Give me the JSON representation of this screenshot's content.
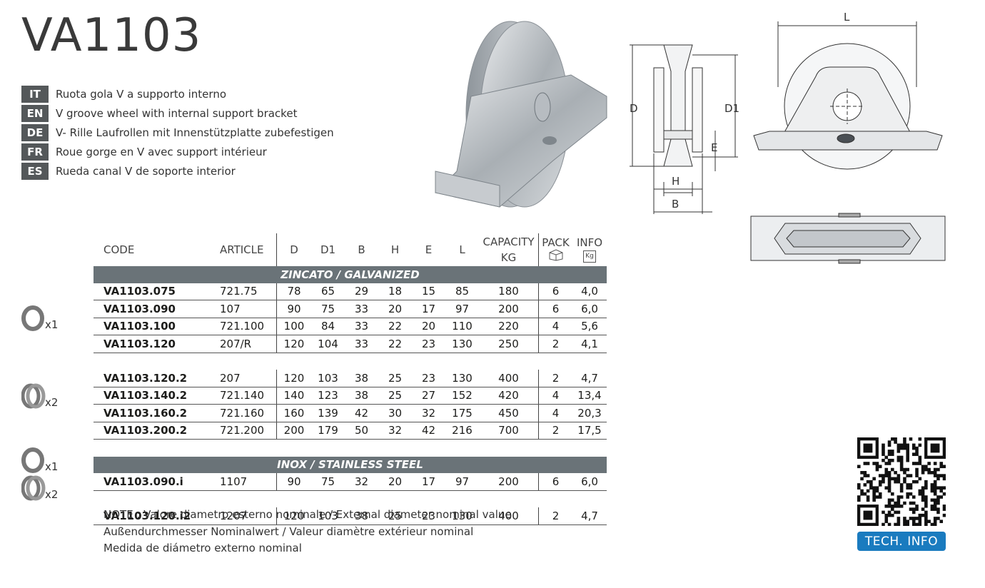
{
  "title": "VA1103",
  "languages": [
    {
      "code": "IT",
      "text": "Ruota gola V a supporto interno"
    },
    {
      "code": "EN",
      "text": "V groove wheel with internal support bracket"
    },
    {
      "code": "DE",
      "text": "V- Rille Laufrollen mit Innenstützplatte zubefestigen"
    },
    {
      "code": "FR",
      "text": "Roue gorge en V avec support intérieur"
    },
    {
      "code": "ES",
      "text": "Rueda canal V de soporte interior"
    }
  ],
  "drawing_labels": {
    "L": "L",
    "D": "D",
    "D1": "D1",
    "E": "E",
    "H": "H",
    "B": "B"
  },
  "table": {
    "headers": {
      "code": "CODE",
      "article": "ARTICLE",
      "d": "D",
      "d1": "D1",
      "b": "B",
      "h": "H",
      "e": "E",
      "l": "L",
      "capacity_line1": "CAPACITY",
      "capacity_line2": "KG",
      "pack": "PACK",
      "info": "INFO",
      "kg_icon": "Kg"
    },
    "sections": {
      "galvanized": "ZINCATO / GALVANIZED",
      "stainless": "INOX / STAINLESS STEEL"
    },
    "rows": [
      [
        "VA1103.075",
        "721.75",
        "78",
        "65",
        "29",
        "18",
        "15",
        "85",
        "180",
        "6",
        "4,0"
      ],
      [
        "VA1103.090",
        "107",
        "90",
        "75",
        "33",
        "20",
        "17",
        "97",
        "200",
        "6",
        "6,0"
      ],
      [
        "VA1103.100",
        "721.100",
        "100",
        "84",
        "33",
        "22",
        "20",
        "110",
        "220",
        "4",
        "5,6"
      ],
      [
        "VA1103.120",
        "207/R",
        "120",
        "104",
        "33",
        "22",
        "23",
        "130",
        "250",
        "2",
        "4,1"
      ],
      [
        "VA1103.120.2",
        "207",
        "120",
        "103",
        "38",
        "25",
        "23",
        "130",
        "400",
        "2",
        "4,7"
      ],
      [
        "VA1103.140.2",
        "721.140",
        "140",
        "123",
        "38",
        "25",
        "27",
        "152",
        "420",
        "4",
        "13,4"
      ],
      [
        "VA1103.160.2",
        "721.160",
        "160",
        "139",
        "42",
        "30",
        "32",
        "175",
        "450",
        "4",
        "20,3"
      ],
      [
        "VA1103.200.2",
        "721.200",
        "200",
        "179",
        "50",
        "32",
        "42",
        "216",
        "700",
        "2",
        "17,5"
      ],
      [
        "VA1103.090.i",
        "1107",
        "90",
        "75",
        "32",
        "20",
        "17",
        "97",
        "200",
        "6",
        "6,0"
      ],
      [
        "VA1103.120.i2",
        "1207",
        "120",
        "103",
        "38",
        "25",
        "23",
        "130",
        "400",
        "2",
        "4,7"
      ]
    ]
  },
  "bearing_marks": [
    "x1",
    "x2",
    "x1",
    "x2"
  ],
  "notes": [
    "NOTE :  Valore diametro esterno nominale / External diameter nominal value",
    "Außendurchmesser Nominalwert / Valeur diamètre extérieur nominal",
    "Medida de diámetro externo nominal"
  ],
  "tech_info": "TECH. INFO",
  "colors": {
    "section_bg": "#6a7378",
    "lang_bg": "#54585a",
    "tech_bg": "#1a7bbf"
  }
}
